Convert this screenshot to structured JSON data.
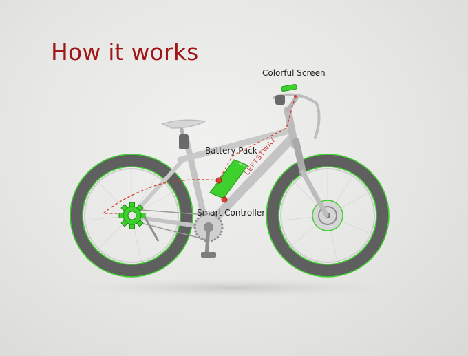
{
  "title": "How it works",
  "labels": {
    "screen": "Colorful Screen",
    "battery": "Battery Pack",
    "controller": "Smart Controller"
  },
  "colors": {
    "title": "#a11616",
    "highlight_green": "#3ed12d",
    "wire_red": "#d33a2c",
    "frame_gray": "#bdbdbd",
    "tire_gray": "#6e6e6e"
  }
}
